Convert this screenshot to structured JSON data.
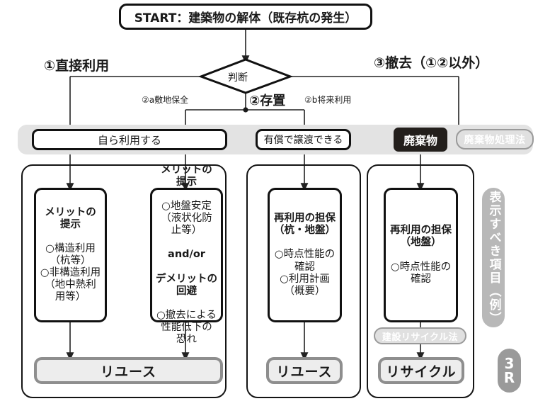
{
  "diagram": {
    "title_box": {
      "label": "START：建築物の解体（既存杭の発生）"
    },
    "decision": {
      "label": "判断"
    },
    "branch_labels": {
      "left": "①直接利用",
      "right": "③撤去（①②以外）",
      "center": "②存置",
      "sub_a": "②a敷地保全",
      "sub_b": "②b将来利用"
    },
    "status_row": [
      {
        "label": "自ら利用する",
        "kind": "white"
      },
      {
        "label": "有償で譲渡できる",
        "kind": "white"
      },
      {
        "label": "廃棄物",
        "kind": "black"
      },
      {
        "label": "廃棄物処理法",
        "kind": "law"
      }
    ],
    "detail_boxes": [
      {
        "heading": "メリットの\n提示",
        "body": "○構造利用\n（杭等）\n○非構造利用\n（地中熱利\n用等）",
        "mid": "",
        "heading2": "",
        "body2": ""
      },
      {
        "heading": "メリットの\n提示",
        "body": "○地盤安定\n（液状化防\n止等）",
        "mid": "and/or",
        "heading2": "デメリットの\n回避",
        "body2": "○撤去による\n性能低下の\n恐れ"
      },
      {
        "heading": "再利用の担保\n（杭・地盤）",
        "body": "○時点性能の\n確認\n○利用計画\n（概要）",
        "mid": "",
        "heading2": "",
        "body2": ""
      },
      {
        "heading": "再利用の担保\n（地盤）",
        "body": "○時点性能の\n確認",
        "mid": "",
        "heading2": "",
        "body2": ""
      }
    ],
    "law_badge_recycle": "建設リサイクル法",
    "results": [
      {
        "label": "リユース"
      },
      {
        "label": "リユース"
      },
      {
        "label": "リサイクル"
      }
    ],
    "side_badge": "表示すべき項目（例）",
    "badge_3r": {
      "line1": "3",
      "line2": "R"
    },
    "colors": {
      "ink": "#111111",
      "gray_band": "#e3e3e3",
      "pill_fill": "#ededed",
      "pill_border": "#8e8e8e",
      "badge_gray": "#b8b8b8",
      "black_badge": "#231f1c",
      "law_fill": "#e0e0e0",
      "law_border": "#9a9a9a",
      "badge3r_fill": "#9a9a9a"
    }
  }
}
